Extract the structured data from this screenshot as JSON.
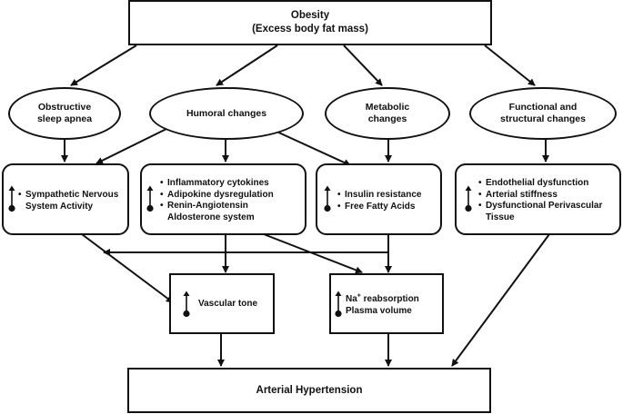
{
  "top": {
    "line1": "Obesity",
    "line2": "(Excess body fat mass)"
  },
  "ellipses": {
    "osa": {
      "line1": "Obstructive",
      "line2": "sleep apnea"
    },
    "humoral": {
      "line1": "Humoral changes"
    },
    "metabolic": {
      "line1": "Metabolic",
      "line2": "changes"
    },
    "functional": {
      "line1": "Functional and",
      "line2": "structural changes"
    }
  },
  "boxes": {
    "sns": {
      "items": [
        "Sympathetic Nervous",
        "System Activity"
      ]
    },
    "humoral": {
      "items": [
        "Inflammatory cytokines",
        "Adipokine dysregulation",
        "Renin-Angiotensin",
        "Aldosterone system"
      ]
    },
    "metabolic": {
      "items": [
        "Insulin resistance",
        "Free Fatty Acids"
      ]
    },
    "functional": {
      "items": [
        "Endothelial dysfunction",
        "Arterial stiffness",
        "Dysfunctional Perivascular",
        "Tissue"
      ]
    },
    "vascular": {
      "label": "Vascular tone"
    },
    "sodium": {
      "line1_base": "Na",
      "line1_sup": "+",
      "line1_rest": " reabsorption",
      "line2": "Plasma volume"
    }
  },
  "bottom": {
    "label": "Arterial Hypertension"
  }
}
